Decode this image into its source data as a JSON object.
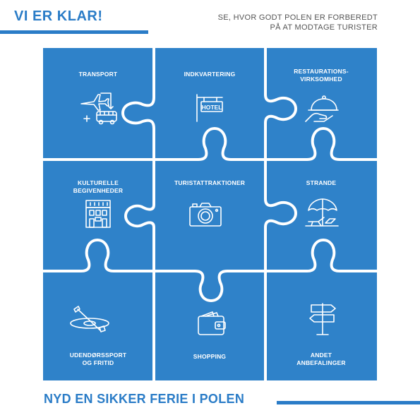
{
  "header": {
    "title": "VI ER KLAR!",
    "subtitle_line1": "SE, HVOR GODT POLEN ER FORBEREDT",
    "subtitle_line2": "PÅ AT MODTAGE TURISTER"
  },
  "tiles": [
    {
      "label": "TRANSPORT",
      "icon": "plane-bus-icon"
    },
    {
      "label": "INDKVARTERING",
      "icon": "hotel-sign-icon",
      "icon_text": "HOTEL"
    },
    {
      "label_line1": "RESTAURATIONS-",
      "label_line2": "VIRKSOMHED",
      "icon": "food-cloche-icon"
    },
    {
      "label_line1": "KULTURELLE",
      "label_line2": "BEGIVENHEDER",
      "icon": "theater-building-icon"
    },
    {
      "label": "TURISTATTRAKTIONER",
      "icon": "camera-icon"
    },
    {
      "label": "STRANDE",
      "icon": "beach-umbrella-icon"
    },
    {
      "label_line1": "UDENDØRSSPORT",
      "label_line2": "OG FRITID",
      "icon": "kayak-icon"
    },
    {
      "label": "SHOPPING",
      "icon": "wallet-icon"
    },
    {
      "label_line1": "ANDET",
      "label_line2": "ANBEFALINGER",
      "icon": "signpost-icon"
    }
  ],
  "footer": {
    "text": "NYD EN SIKKER FERIE I POLEN"
  },
  "colors": {
    "primary": "#2a7cc7",
    "tile": "#2f82c9",
    "text_gray": "#555555"
  }
}
